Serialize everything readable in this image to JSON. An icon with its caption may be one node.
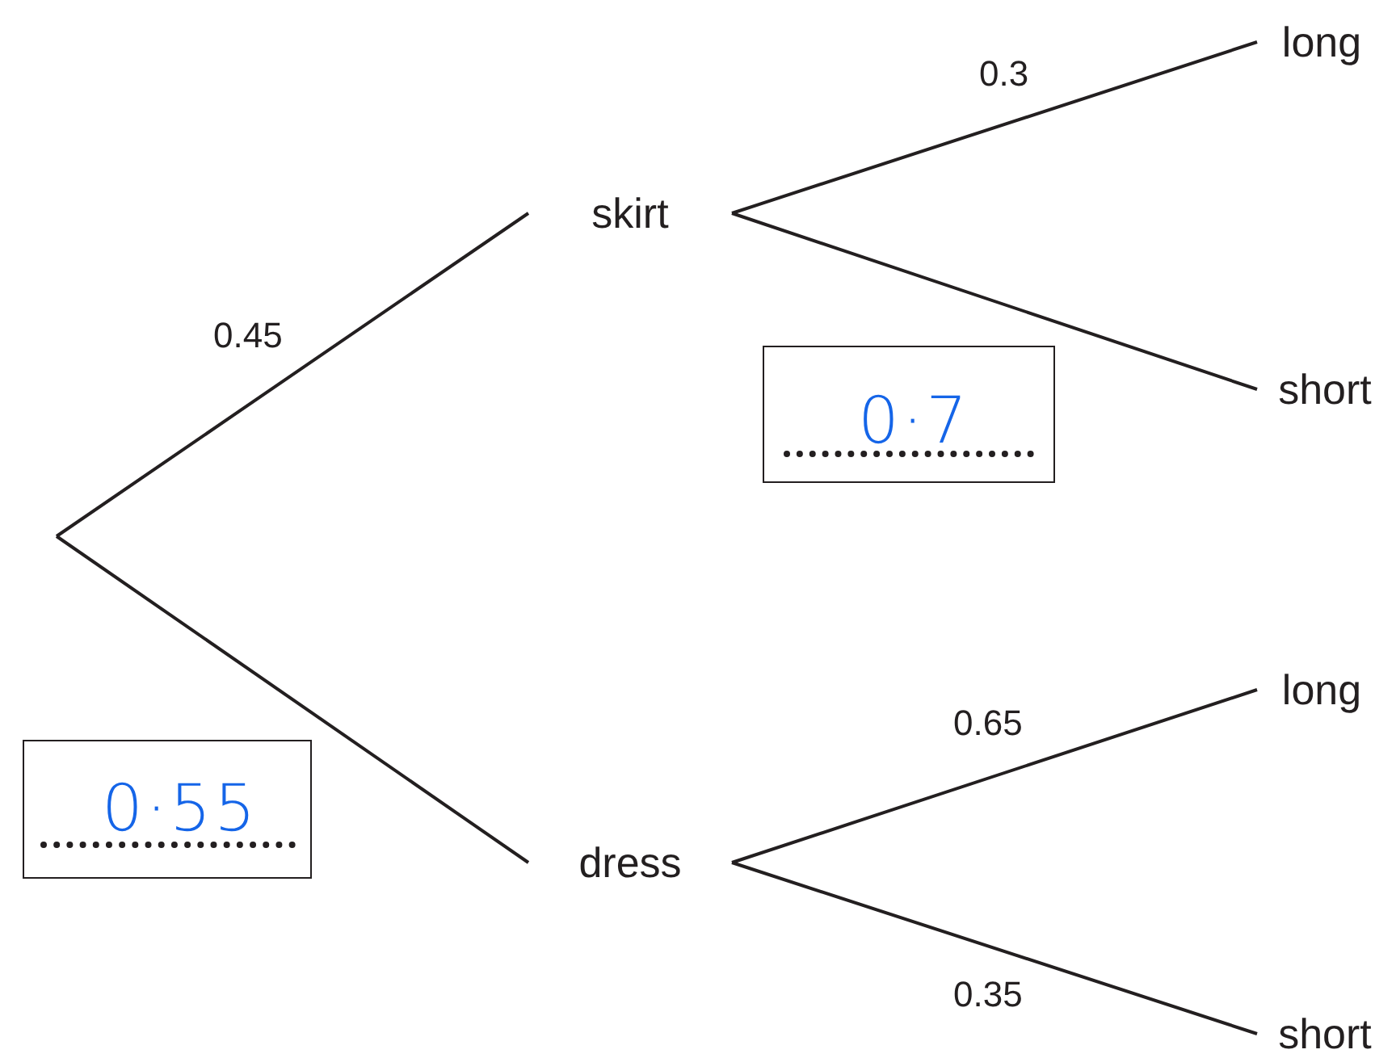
{
  "diagram": {
    "nodes": [
      {
        "text": [
          "skirt"
        ]
      },
      {
        "text": [
          "dress"
        ]
      },
      {
        "text": [
          "long"
        ]
      },
      {
        "text": [
          "short"
        ]
      },
      {
        "text": [
          "long"
        ]
      },
      {
        "text": [
          "short"
        ]
      },
      {
        "text": [
          "0·7"
        ]
      },
      {
        "text": [
          "0·55"
        ]
      }
    ],
    "edges": [
      {
        "from": null,
        "to": 0,
        "arrow": "none",
        "label": "0.45"
      },
      {
        "from": null,
        "to": 1,
        "arrow": "none"
      },
      {
        "from": 0,
        "to": 2,
        "arrow": "none",
        "label": "0.3"
      },
      {
        "from": 0,
        "to": 3,
        "arrow": "none"
      },
      {
        "from": 1,
        "to": 4,
        "arrow": "none",
        "label": "0.65"
      },
      {
        "from": 1,
        "to": 5,
        "arrow": "none",
        "label": "0.35"
      }
    ]
  }
}
